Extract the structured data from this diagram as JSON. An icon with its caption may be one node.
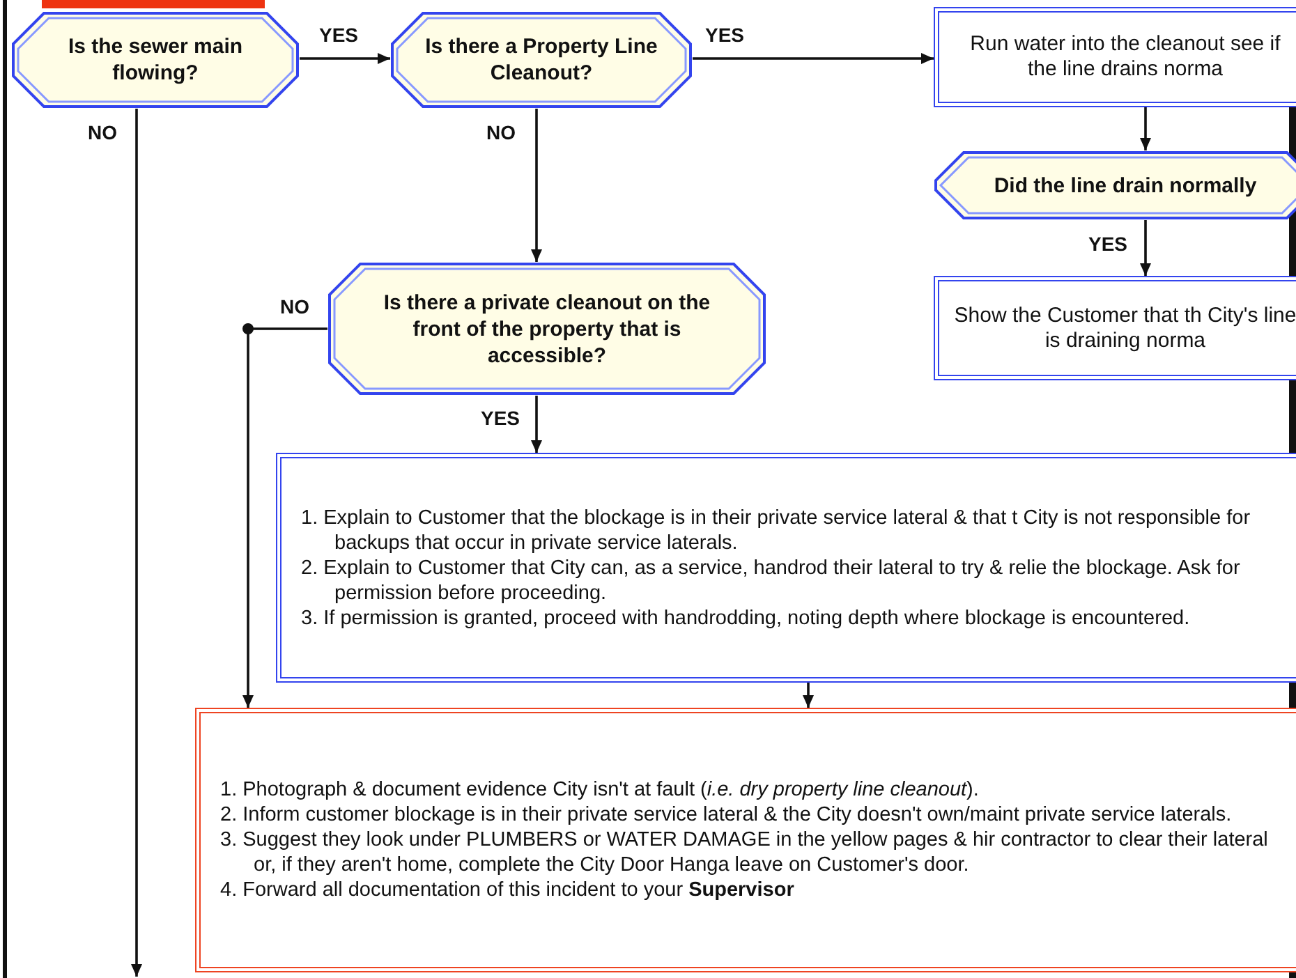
{
  "diagram": {
    "nodes": [
      {
        "text": [
          "Is the sewer main flowing?"
        ]
      },
      {
        "text": [
          "Is there a Property Line Cleanout?"
        ]
      },
      {
        "text": [
          "Run water into the cleanout see if the line drains norma"
        ]
      },
      {
        "text": [
          "Did the line drain normally"
        ]
      },
      {
        "text": [
          "Show the Customer that th City's line is draining norma"
        ]
      },
      {
        "text": [
          "Is there a private cleanout on the front of the property that is accessible?"
        ]
      },
      {
        "text": [
          "1. Explain to Customer that the blockage is in their private service lateral & that t City is not responsible for backups that occur in private service laterals.",
          "2. Explain to Customer that City can, as a service, handrod their lateral to try & relie the blockage. Ask for permission before proceeding.",
          "3. If permission is granted, proceed with handrodding, noting depth where blockage is encountered."
        ]
      },
      {
        "text": [
          "1. Photograph & document evidence City isn't at fault (*i.e. dry property line cleanout*).",
          "2. Inform customer blockage is in their private service lateral & the City doesn't own/maint private service laterals.",
          "3. Suggest they look under PLUMBERS or WATER DAMAGE in the yellow pages & hir contractor to clear their lateral or, if they aren't home, complete the City Door Hanga leave on Customer's door.",
          "4. Forward all documentation of this incident to your **Supervisor**"
        ]
      }
    ],
    "edges": [
      {
        "from": 0,
        "to": 1,
        "arrow": "to",
        "label": "YES"
      },
      {
        "from": 1,
        "to": 2,
        "arrow": "to",
        "label": "YES"
      },
      {
        "from": 2,
        "to": 3,
        "arrow": "to"
      },
      {
        "from": 3,
        "to": 4,
        "arrow": "to",
        "label": "YES"
      },
      {
        "from": 1,
        "to": 5,
        "arrow": "to",
        "label": "NO"
      },
      {
        "from": 5,
        "to": 6,
        "arrow": "to",
        "label": "YES"
      },
      {
        "from": 5,
        "to": 7,
        "arrow": "to",
        "label": "NO"
      },
      {
        "from": 6,
        "to": 7,
        "arrow": "to"
      },
      {
        "from": 0,
        "to": null,
        "arrow": "to",
        "label": "NO"
      }
    ]
  }
}
